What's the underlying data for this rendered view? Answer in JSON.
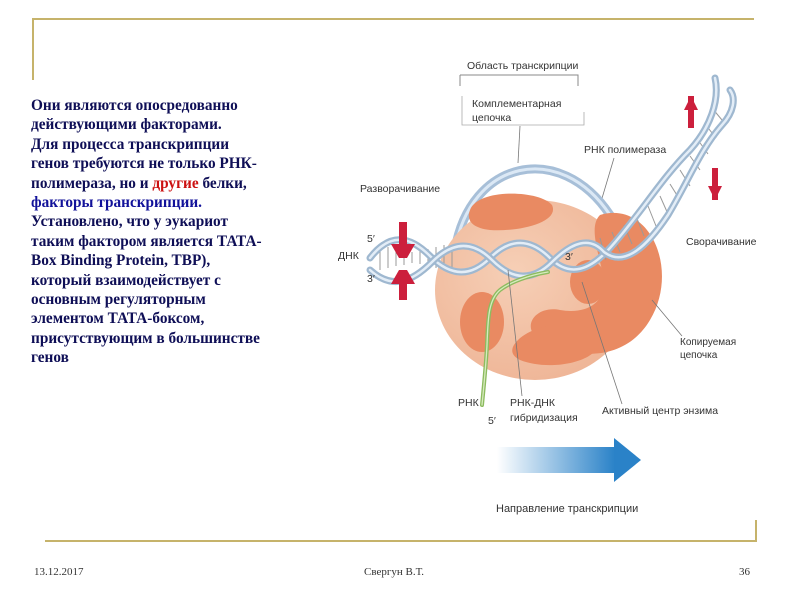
{
  "slide": {
    "text": {
      "line1": "Они являются опосредованно",
      "line2": "действующими факторами.",
      "line3": "Для процесса транскрипции",
      "line4": "генов требуются не только РНК-",
      "line5_a": "полимераза, но и ",
      "line5_b": "другие",
      "line5_c": " белки,",
      "line6": "факторы транскрипции.",
      "line7": "Установлено, что у эукариот",
      "line8": "таким фактором является ТАТА-",
      "line9": "Box Binding Protein, TBP),",
      "line10": "который взаимодействует с",
      "line11": "основным регуляторным",
      "line12": "элементом  ТАТА-боксом,",
      "line13": "присутствующим в большинстве",
      "line14": "генов"
    },
    "colors": {
      "frame": "#c6b36b",
      "text": "#0e0e56",
      "highlight_red": "#cc1111",
      "highlight_blue": "#12129a",
      "enzyme": "#e98a62",
      "enzyme_light": "#f3c7ad",
      "arrow_red": "#cc1f3c",
      "rna": "#8dbb5f"
    }
  },
  "diagram": {
    "transcription_region": "Область транскрипции",
    "complementary_l1": "Комплементарная",
    "complementary_l2": "цепочка",
    "rna_polymerase": "РНК полимераза",
    "unwinding": "Разворачивание",
    "rewinding": "Сворачивание",
    "dna": "ДНК",
    "five_prime": "5′",
    "three_prime": "3′",
    "three_prime_inner": "3′",
    "template_l1": "Копируемая",
    "template_l2": "цепочка",
    "rna": "РНК",
    "rna_five_prime": "5′",
    "hybrid_l1": "РНК-ДНК",
    "hybrid_l2": "гибридизация",
    "active_site": "Активный центр энзима",
    "direction": "Направление транскрипции"
  },
  "footer": {
    "date": "13.12.2017",
    "author": "Свергун В.Т.",
    "page": "36"
  }
}
